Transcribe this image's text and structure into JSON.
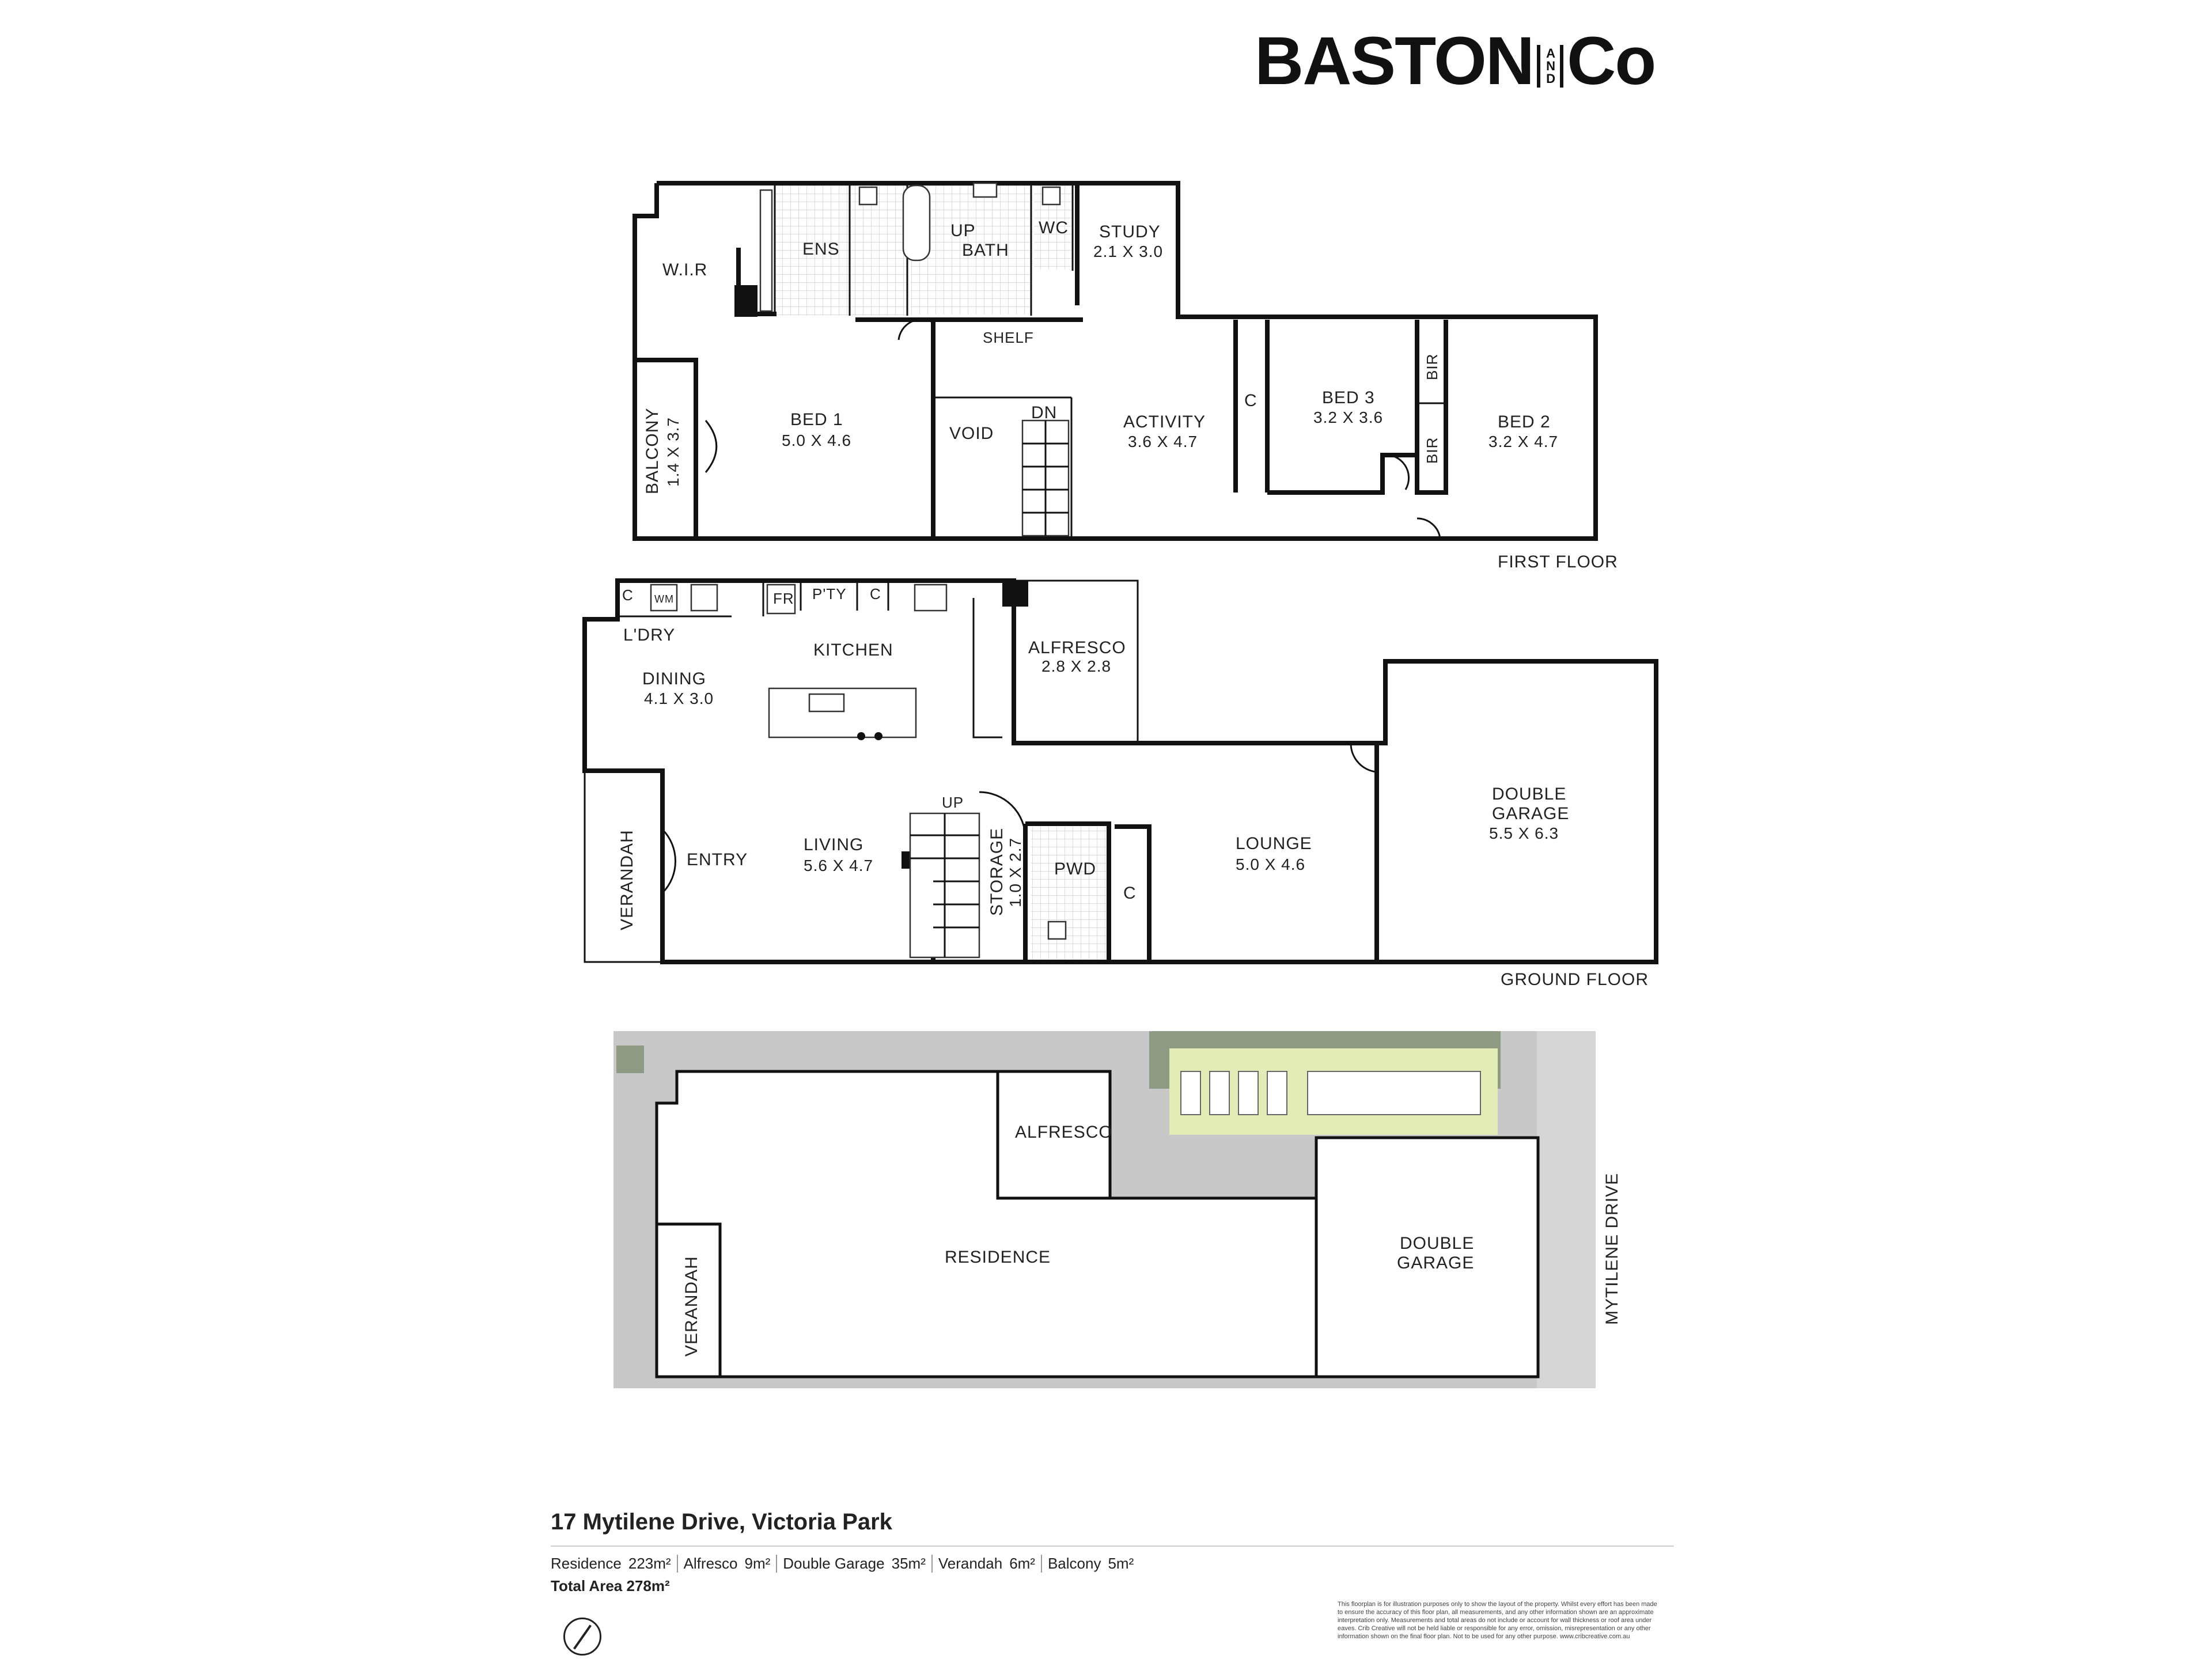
{
  "brand": {
    "left": "BASTON",
    "and": "AND",
    "right": "Co"
  },
  "floors": {
    "first_floor_label": "FIRST FLOOR",
    "ground_floor_label": "GROUND FLOOR"
  },
  "first_floor": {
    "rooms": {
      "wir": "W.I.R",
      "ens": "ENS",
      "up": "UP",
      "bath": "BATH",
      "wc": "WC",
      "study": "STUDY",
      "study_dim": "2.1 X 3.0",
      "shelf": "SHELF",
      "balcony": "BALCONY",
      "balcony_dim": "1.4 X 3.7",
      "bed1": "BED 1",
      "bed1_dim": "5.0 X 4.6",
      "void": "VOID",
      "dn": "DN",
      "activity": "ACTIVITY",
      "activity_dim": "3.6 X 4.7",
      "c": "C",
      "bed3": "BED 3",
      "bed3_dim": "3.2 X 3.6",
      "bir_top": "BIR",
      "bir_bottom": "BIR",
      "bed2": "BED 2",
      "bed2_dim": "3.2 X 4.7"
    }
  },
  "ground_floor": {
    "rooms": {
      "c1": "C",
      "wm": "WM",
      "fr": "FR",
      "pty": "P'TY",
      "c2": "C",
      "ldry": "L'DRY",
      "kitchen": "KITCHEN",
      "alfresco": "ALFRESCO",
      "alfresco_dim": "2.8 X 2.8",
      "dining": "DINING",
      "dining_dim": "4.1 X 3.0",
      "up": "UP",
      "verandah": "VERANDAH",
      "entry": "ENTRY",
      "living": "LIVING",
      "living_dim": "5.6 X 4.7",
      "storage": "STORAGE",
      "storage_dim": "1.0 X 2.7",
      "pwd": "PWD",
      "c3": "C",
      "lounge": "LOUNGE",
      "lounge_dim": "5.0 X 4.6",
      "double_garage_1": "DOUBLE",
      "double_garage_2": "GARAGE",
      "double_garage_dim": "5.5 X 6.3"
    }
  },
  "site_plan": {
    "alfresco": "ALFRESCO",
    "residence": "RESIDENCE",
    "verandah": "VERANDAH",
    "garage_1": "DOUBLE",
    "garage_2": "GARAGE",
    "street": "MYTILENE DRIVE"
  },
  "footer": {
    "address": "17 Mytilene Drive, Victoria Park",
    "areas": [
      {
        "name": "Residence",
        "value": "223m²"
      },
      {
        "name": "Alfresco",
        "value": "9m²"
      },
      {
        "name": "Double Garage",
        "value": "35m²"
      },
      {
        "name": "Verandah",
        "value": "6m²"
      },
      {
        "name": "Balcony",
        "value": "5m²"
      }
    ],
    "total_label": "Total Area",
    "total_value": "278m²",
    "disclaimer": "This floorplan is for illustration purposes only to show the layout of the property. Whilst every effort has been made to ensure the accuracy of this floor plan, all measurements, and any other information shown are an approximate interpretation only. Measurements and total areas do not include or account for wall thickness or roof area under eaves. Crib Creative will not be held liable or responsible for any error, omission, misrepresentation or any other information shown on the final floor plan. Not to be used for any other purpose. www.cribcreative.com.au"
  },
  "colors": {
    "wall": "#111111",
    "site_grey": "#c8c8c8",
    "landscape_green": "#e3ecb6",
    "landscape_dark": "#8f9a84",
    "site_building": "#ffffff"
  }
}
